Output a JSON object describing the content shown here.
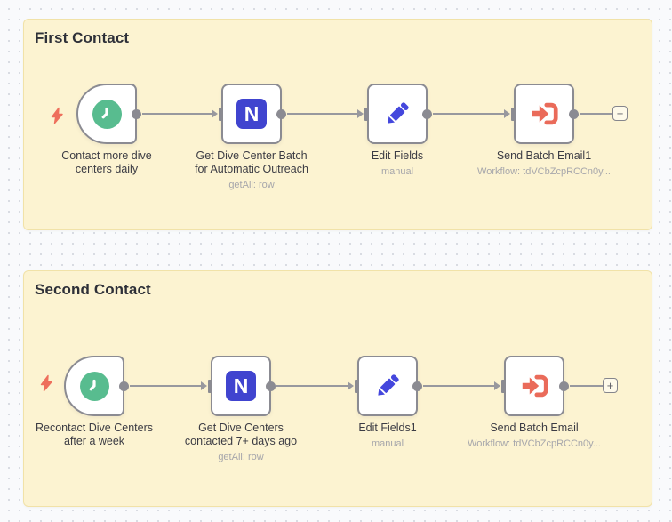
{
  "app": {
    "name": "n8n workflow canvas"
  },
  "colors": {
    "canvas_bg": "#f9fafc",
    "canvas_dots": "#d3d6de",
    "sticky_bg": "#fcf3d1",
    "sticky_border": "#f1e2a8",
    "node_border": "#8b8b92",
    "connector_gray": "#98989e",
    "trigger_green": "#58bc8f",
    "nocodb_indigo": "#4044cf",
    "pencil_indigo": "#4447dd",
    "send_coral": "#ea6b5a",
    "bolt_coral": "#ee6f5c"
  },
  "icons": {
    "nocodb_letter": "N",
    "add_node": "+"
  },
  "groups": [
    {
      "title": "First Contact",
      "nodes": [
        {
          "label": "Contact more dive\ncenters daily",
          "subtitle": ""
        },
        {
          "label": "Get Dive Center Batch\nfor Automatic Outreach",
          "subtitle": "getAll: row"
        },
        {
          "label": "Edit Fields",
          "subtitle": "manual"
        },
        {
          "label": "Send Batch Email1",
          "subtitle": "Workflow: tdVCbZcpRCCn0y..."
        }
      ]
    },
    {
      "title": "Second Contact",
      "nodes": [
        {
          "label": "Recontact Dive Centers\nafter a week",
          "subtitle": ""
        },
        {
          "label": "Get Dive Centers\ncontacted 7+ days ago",
          "subtitle": "getAll: row"
        },
        {
          "label": "Edit Fields1",
          "subtitle": "manual"
        },
        {
          "label": "Send Batch Email",
          "subtitle": "Workflow: tdVCbZcpRCCn0y..."
        }
      ]
    }
  ]
}
